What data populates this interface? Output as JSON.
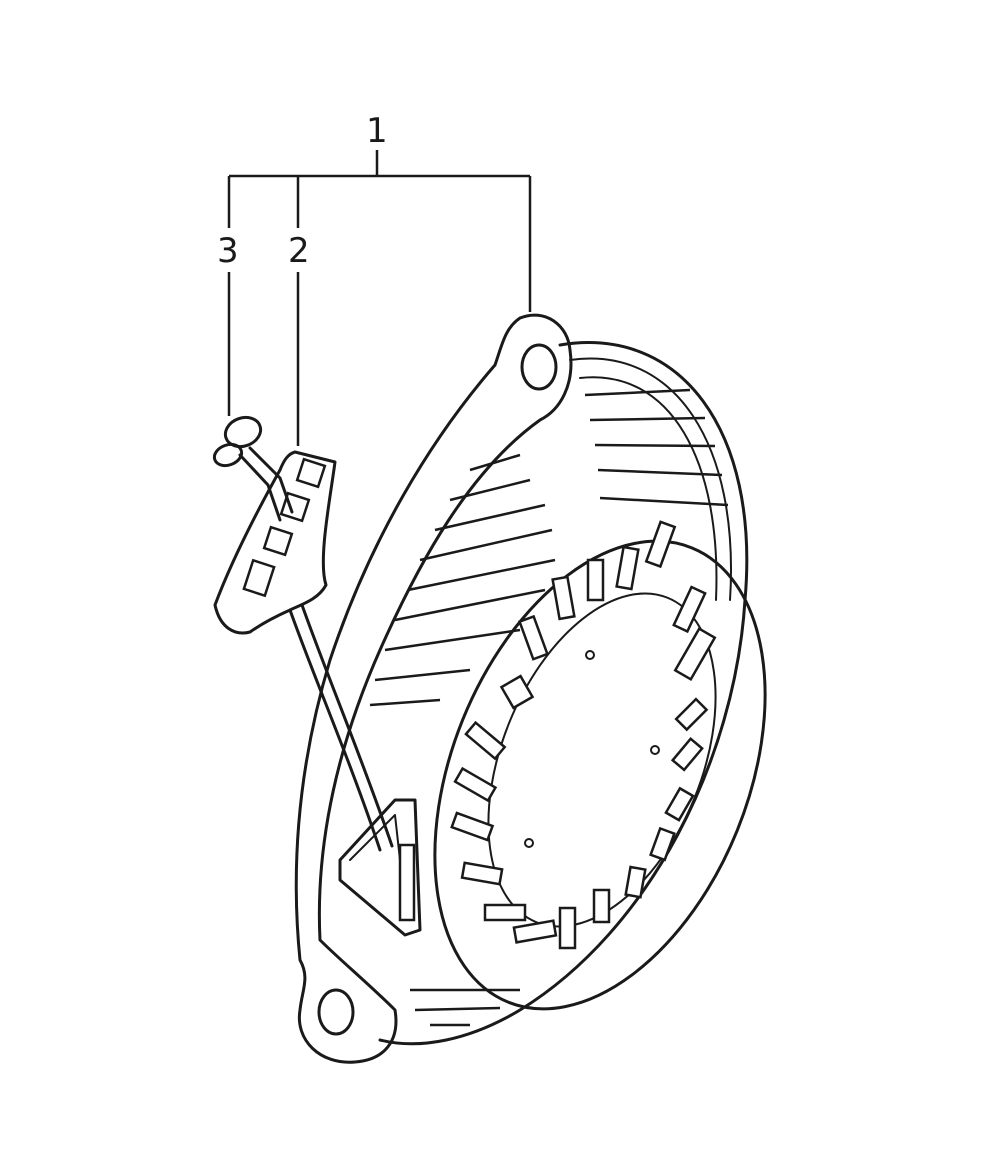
{
  "callouts": {
    "assembly": "1",
    "grip": "2",
    "ring": "3"
  },
  "colors": {
    "ink": "#1a1a1a",
    "paper": "#ffffff"
  }
}
